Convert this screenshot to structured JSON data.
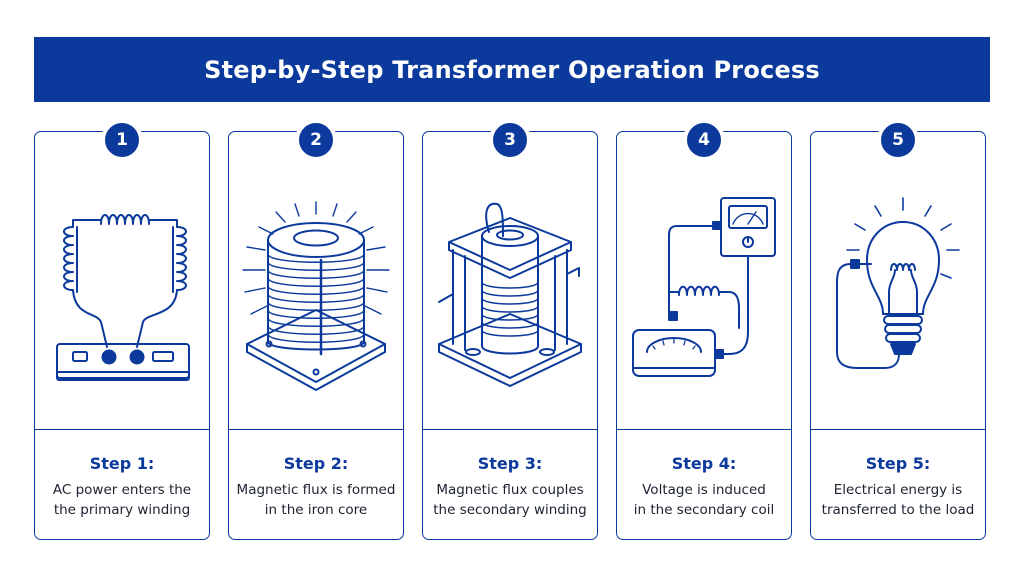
{
  "header": {
    "title": "Step-by-Step Transformer Operation Process"
  },
  "colors": {
    "primary": "#0b3a9c",
    "text": "#1c2230",
    "background": "#ffffff"
  },
  "steps": [
    {
      "number": "1",
      "label": "Step 1:",
      "line1": "AC power enters the",
      "line2": "the primary winding",
      "icon": "ac-source-coil-icon"
    },
    {
      "number": "2",
      "label": "Step 2:",
      "line1": "Magnetic flux is formed",
      "line2": "in the iron core",
      "icon": "magnetic-core-icon"
    },
    {
      "number": "3",
      "label": "Step 3:",
      "line1": "Magnetic flux couples",
      "line2": "the secondary winding",
      "icon": "transformer-windings-icon"
    },
    {
      "number": "4",
      "label": "Step 4:",
      "line1": "Voltage is induced",
      "line2": "in the secondary coil",
      "icon": "voltmeter-coil-icon"
    },
    {
      "number": "5",
      "label": "Step 5:",
      "line1": "Electrical energy is",
      "line2": "transferred to the load",
      "icon": "light-bulb-icon"
    }
  ]
}
